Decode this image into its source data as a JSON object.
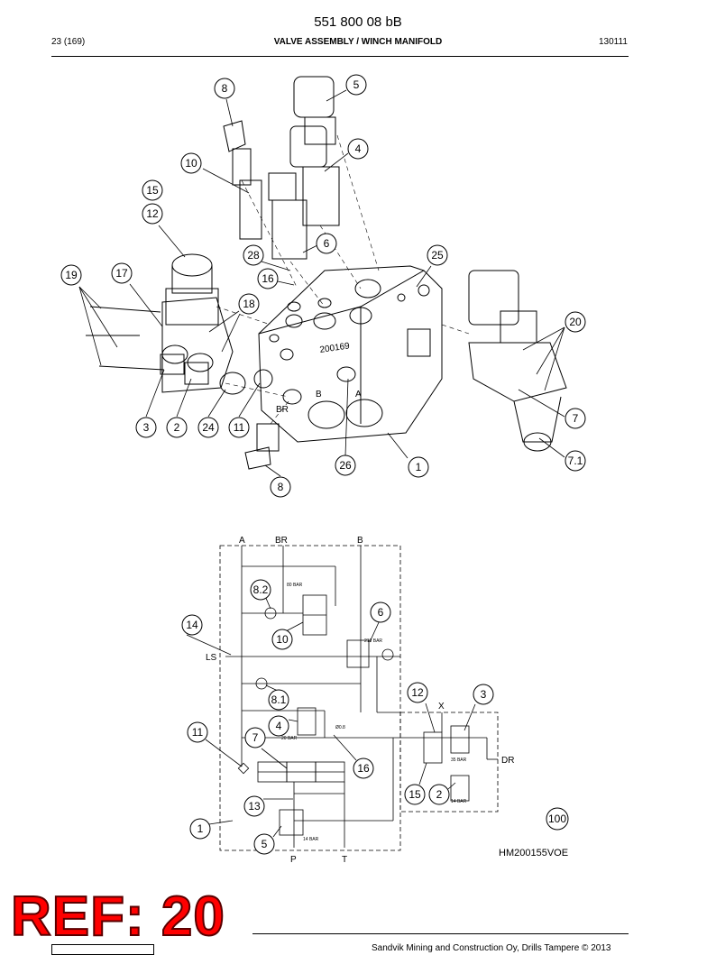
{
  "header": {
    "doc_number": "551 800 08 bB",
    "page": "23 (169)",
    "title": "VALVE ASSEMBLY / WINCH MANIFOLD",
    "date": "130111"
  },
  "exploded_view": {
    "block_marking": "200169",
    "port_a": "A",
    "port_b": "B",
    "port_br": "BR",
    "callouts": [
      "8",
      "5",
      "4",
      "10",
      "15",
      "12",
      "6",
      "28",
      "25",
      "16",
      "19",
      "17",
      "18",
      "20",
      "3",
      "2",
      "24",
      "11",
      "7",
      "7.1",
      "26",
      "1",
      "8"
    ]
  },
  "schematic": {
    "ports": {
      "a": "A",
      "br": "BR",
      "b": "B",
      "ls": "LS",
      "x": "X",
      "dr": "DR",
      "p": "P",
      "t": "T"
    },
    "pressures": {
      "p80": "80 BAR",
      "p210": "210 BAR",
      "p20": "20 BAR",
      "p35": "35 BAR",
      "p14a": "14 BAR",
      "p14b": "14 BAR"
    },
    "orifice": "Ø0.8",
    "callouts": [
      "8.2",
      "6",
      "14",
      "10",
      "8.1",
      "12",
      "3",
      "4",
      "11",
      "7",
      "16",
      "15",
      "2",
      "13",
      "1",
      "5",
      "100"
    ],
    "drawing_id": "HM200155VOE"
  },
  "stamp": "REF: 20",
  "footer": {
    "copyright": "Sandvik Mining and Construction Oy, Drills Tampere © 2013"
  }
}
